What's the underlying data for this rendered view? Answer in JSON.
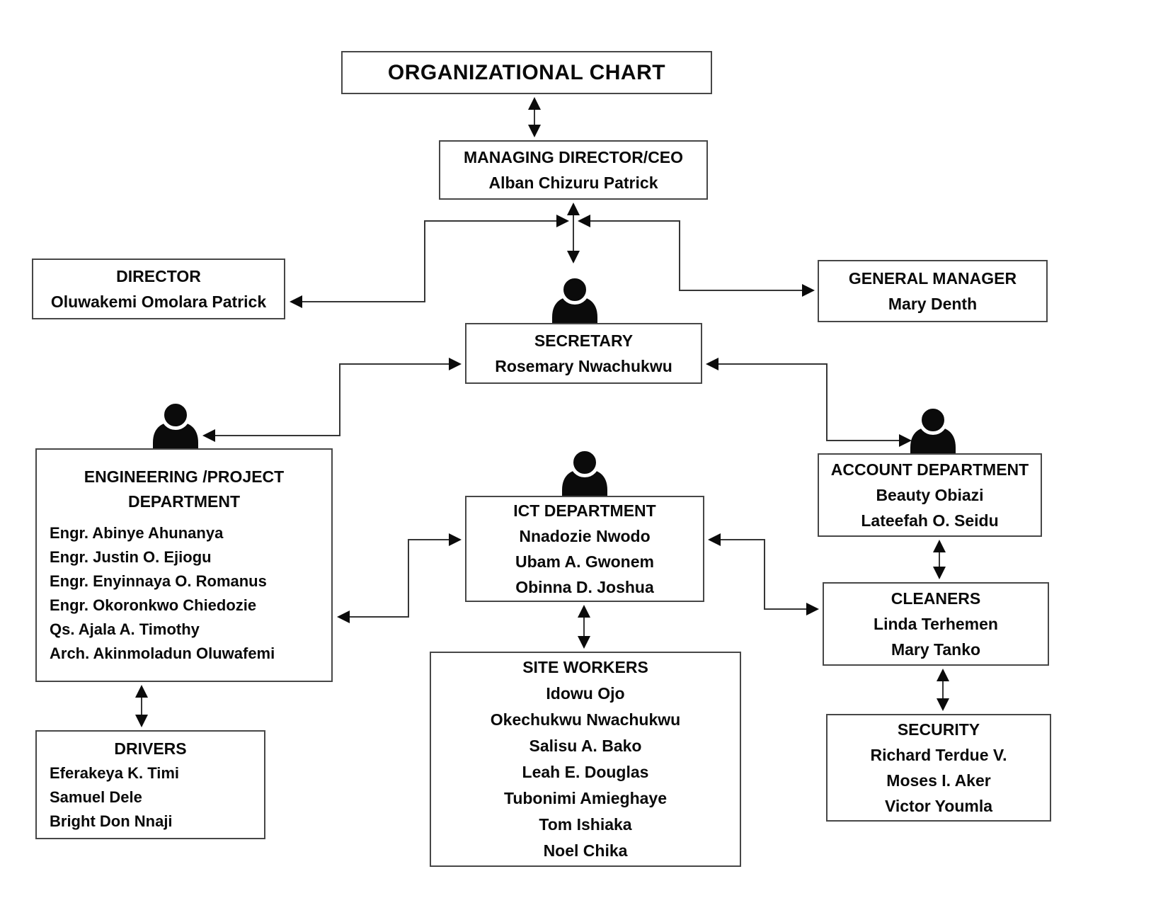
{
  "title": "ORGANIZATIONAL CHART",
  "colors": {
    "line": "#363636",
    "box_border": "#474747",
    "text": "#0a0a0a",
    "background": "#ffffff",
    "icon_fill": "#0b0b0b"
  },
  "icons": {
    "person": "person-icon"
  },
  "nodes": {
    "md_ceo": {
      "heading": "MANAGING DIRECTOR/CEO",
      "members": [
        "Alban Chizuru Patrick"
      ]
    },
    "director": {
      "heading": "DIRECTOR",
      "members": [
        "Oluwakemi Omolara Patrick"
      ]
    },
    "general_manager": {
      "heading": "GENERAL MANAGER",
      "members": [
        "Mary Denth"
      ]
    },
    "secretary": {
      "heading": "SECRETARY",
      "members": [
        "Rosemary Nwachukwu"
      ]
    },
    "engineering": {
      "heading": "ENGINEERING /PROJECT DEPARTMENT",
      "members": [
        "Engr. Abinye Ahunanya",
        "Engr. Justin O. Ejiogu",
        "Engr. Enyinnaya O. Romanus",
        "Engr. Okoronkwo Chiedozie",
        "Qs. Ajala A. Timothy",
        "Arch. Akinmoladun Oluwafemi"
      ]
    },
    "drivers": {
      "heading": "DRIVERS",
      "members": [
        "Eferakeya K. Timi",
        "Samuel Dele",
        "Bright Don Nnaji"
      ]
    },
    "ict": {
      "heading": "ICT DEPARTMENT",
      "members": [
        "Nnadozie Nwodo",
        "Ubam A. Gwonem",
        "Obinna D. Joshua"
      ]
    },
    "site_workers": {
      "heading": "SITE WORKERS",
      "members": [
        "Idowu Ojo",
        "Okechukwu Nwachukwu",
        "Salisu A. Bako",
        "Leah E. Douglas",
        "Tubonimi Amieghaye",
        "Tom Ishiaka",
        "Noel Chika"
      ]
    },
    "account": {
      "heading": "ACCOUNT DEPARTMENT",
      "members": [
        "Beauty Obiazi",
        "Lateefah O. Seidu"
      ]
    },
    "cleaners": {
      "heading": "CLEANERS",
      "members": [
        "Linda Terhemen",
        "Mary Tanko"
      ]
    },
    "security": {
      "heading": "SECURITY",
      "members": [
        "Richard Terdue V.",
        "Moses I. Aker",
        "Victor Youmla"
      ]
    }
  }
}
